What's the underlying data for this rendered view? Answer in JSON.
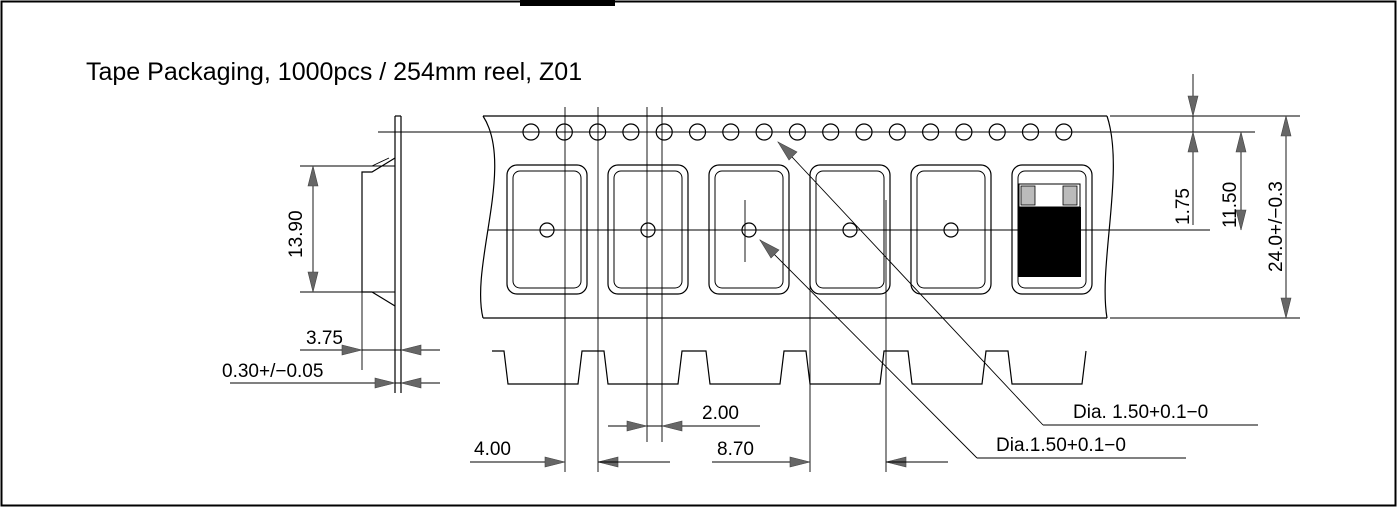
{
  "title": "Tape Packaging, 1000pcs / 254mm reel, Z01",
  "dimensions": {
    "pocket_height": "13.90",
    "sprocket_offset": "1.75",
    "pocket_center": "11.50",
    "tape_width": "24.0+/−0.3",
    "cavity_depth": "3.75",
    "tape_thickness": "0.30+/−0.05",
    "sprocket_pitch": "4.00",
    "hole_to_pocket": "2.00",
    "pocket_pitch": "8.70",
    "sprocket_hole_dia": "Dia. 1.50+0.1−0",
    "pocket_hole_dia": "Dia.1.50+0.1−0"
  },
  "colors": {
    "line": "#000000",
    "arrow": "#666666",
    "component": "#000000",
    "component_lead": "#bbbbbb"
  }
}
